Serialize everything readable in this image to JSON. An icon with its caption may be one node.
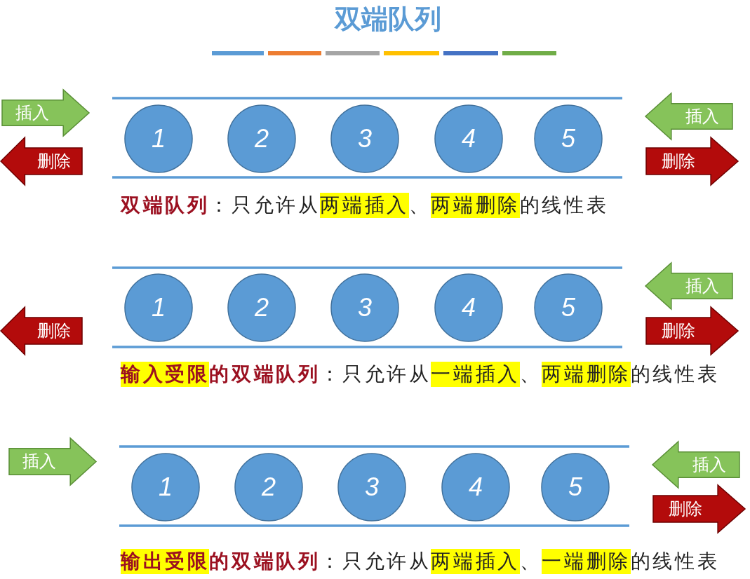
{
  "diagram": {
    "title": "双端队列",
    "nodes": [
      {
        "text": [
          "插入"
        ]
      },
      {
        "text": [
          "删除"
        ]
      },
      {
        "text": [
          "1"
        ]
      },
      {
        "text": [
          "2"
        ]
      },
      {
        "text": [
          "3"
        ]
      },
      {
        "text": [
          "4"
        ]
      },
      {
        "text": [
          "5"
        ]
      },
      {
        "text": [
          "插入"
        ]
      },
      {
        "text": [
          "删除"
        ]
      },
      {
        "text": [
          "删除"
        ]
      },
      {
        "text": [
          "1"
        ]
      },
      {
        "text": [
          "2"
        ]
      },
      {
        "text": [
          "3"
        ]
      },
      {
        "text": [
          "4"
        ]
      },
      {
        "text": [
          "5"
        ]
      },
      {
        "text": [
          "插入"
        ]
      },
      {
        "text": [
          "删除"
        ]
      },
      {
        "text": [
          "插入"
        ]
      },
      {
        "text": [
          "1"
        ]
      },
      {
        "text": [
          "2"
        ]
      },
      {
        "text": [
          "3"
        ]
      },
      {
        "text": [
          "4"
        ]
      },
      {
        "text": [
          "5"
        ]
      },
      {
        "text": [
          "插入"
        ]
      },
      {
        "text": [
          "删除"
        ]
      }
    ],
    "labels": [
      "双端队列",
      "：只允许从",
      "两端插入",
      "、",
      "两端删除",
      "的线性表",
      "输入受限",
      "的双端队列",
      "：只允许从",
      "一端插入",
      "、",
      "两端删除",
      "的线性表",
      "输出受限",
      "的双端队列",
      "：只允许从",
      "两端插入",
      "、",
      "一端删除",
      "的线性表"
    ]
  }
}
